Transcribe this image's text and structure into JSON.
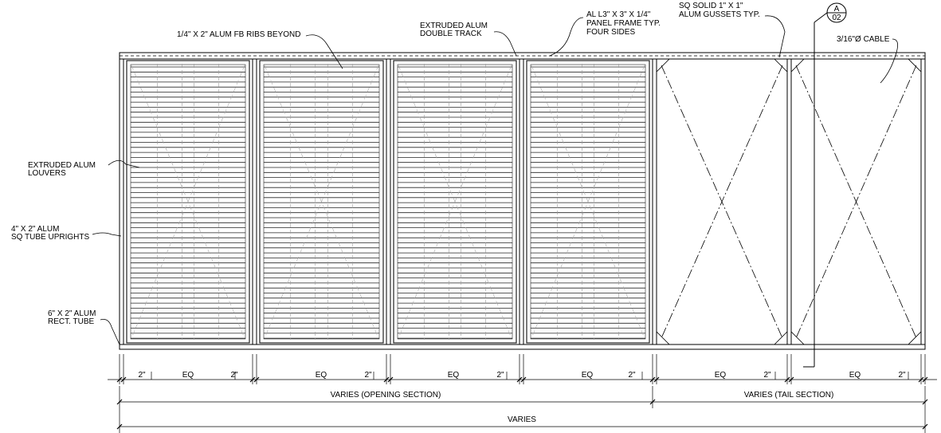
{
  "callouts": {
    "fb_ribs": "1/4\" X 2\" ALUM FB RIBS BEYOND",
    "double_track_1": "EXTRUDED ALUM",
    "double_track_2": "DOUBLE TRACK",
    "panel_frame_1": "AL L3\" X 3\" X 1/4\"",
    "panel_frame_2": "PANEL FRAME TYP.",
    "panel_frame_3": "FOUR SIDES",
    "gussets_1": "SQ SOLID 1\" X 1\"",
    "gussets_2": "ALUM GUSSETS TYP.",
    "cable": "3/16\"Ø CABLE",
    "louvers_1": "EXTRUDED ALUM",
    "louvers_2": "LOUVERS",
    "uprights_1": "4\" X 2\" ALUM",
    "uprights_2": "SQ TUBE UPRIGHTS",
    "rect_tube_1": "6\" X 2\" ALUM",
    "rect_tube_2": "RECT. TUBE"
  },
  "section_marker": {
    "letter": "A",
    "number": "02"
  },
  "dimensions": {
    "row1": [
      "2\"",
      "EQ",
      "2\"",
      "EQ",
      "2\"",
      "EQ",
      "2\"",
      "EQ",
      "2\"",
      "EQ",
      "2\"",
      "EQ",
      "2\""
    ],
    "opening_section": "VARIES (OPENING SECTION)",
    "tail_section": "VARIES (TAIL SECTION)",
    "overall": "VARIES"
  }
}
